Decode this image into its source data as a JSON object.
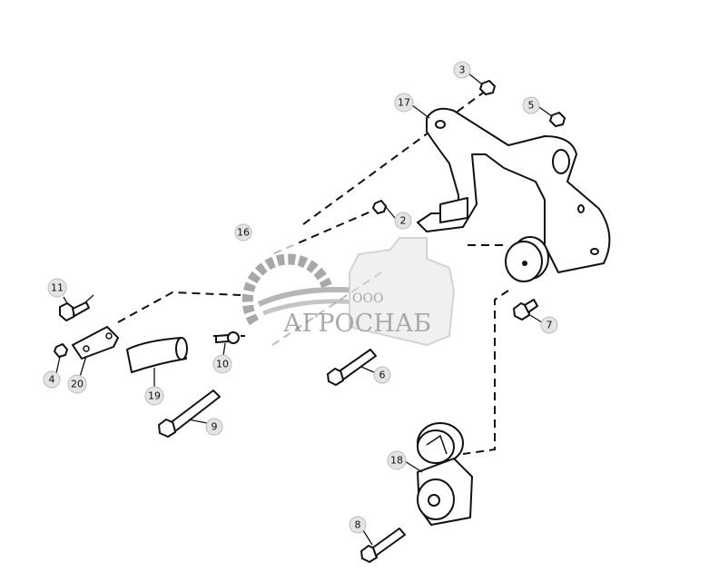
{
  "diagram": {
    "callouts": [
      {
        "label": "3"
      },
      {
        "label": "17"
      },
      {
        "label": "5"
      },
      {
        "label": "2"
      },
      {
        "label": "16"
      },
      {
        "label": "11"
      },
      {
        "label": "4"
      },
      {
        "label": "20"
      },
      {
        "label": "19"
      },
      {
        "label": "10"
      },
      {
        "label": "9"
      },
      {
        "label": "6"
      },
      {
        "label": "7"
      },
      {
        "label": "18"
      },
      {
        "label": "8"
      }
    ]
  },
  "watermark": {
    "prefix": "ООО",
    "name": "АГРОСНАБ",
    "color": "#9a9a9a"
  }
}
